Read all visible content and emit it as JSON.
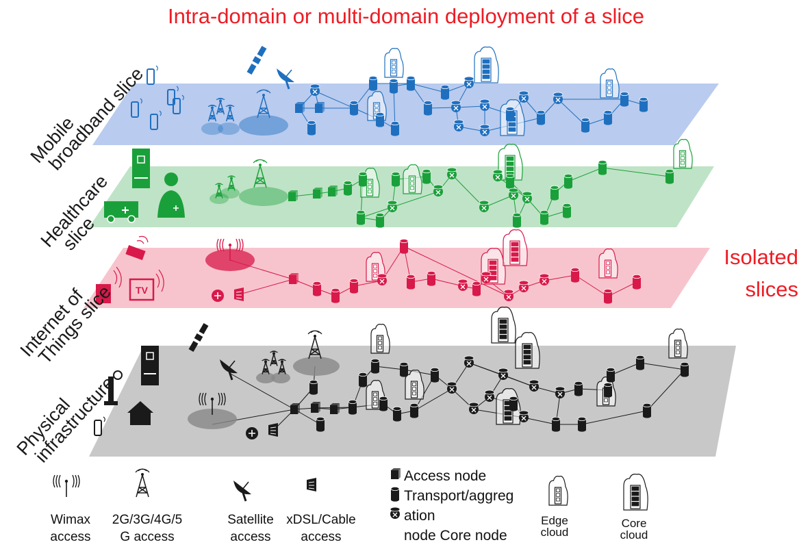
{
  "title": "Intra-domain or multi-domain deployment of a slice",
  "isolated": [
    "Isolated",
    "slices"
  ],
  "slices": [
    {
      "name": "mobile-broadband",
      "label": [
        "Mobile",
        "broadband slice"
      ],
      "color": "#b9cbee"
    },
    {
      "name": "healthcare",
      "label": [
        "Healthcare",
        "slice"
      ],
      "color": "#bfe3c6"
    },
    {
      "name": "iot",
      "label": [
        "Internet of",
        "Things slice"
      ],
      "color": "#f7c4cd"
    },
    {
      "name": "physical",
      "label": [
        "Physical",
        "infrastructure"
      ],
      "color": "#c8c8c8"
    }
  ],
  "colors": {
    "mobile": "#1f6fbf",
    "health": "#1aa03a",
    "iot": "#d8194a",
    "phys": "#1a1a1a",
    "accent": "#ee1c24"
  },
  "legend": {
    "wimax": [
      "Wimax",
      "access"
    ],
    "cellular": [
      "2G/3G/4G/5",
      "G access"
    ],
    "satellite": [
      "Satellite",
      "access"
    ],
    "xdsl": [
      "xDSL/Cable",
      "access"
    ],
    "access_node": "Access node",
    "transport_node": "Transport/aggreg",
    "ation": "ation",
    "core_node": "node Core node",
    "edge_cloud": [
      "Edge",
      "cloud"
    ],
    "core_cloud": [
      "Core",
      "cloud"
    ]
  }
}
